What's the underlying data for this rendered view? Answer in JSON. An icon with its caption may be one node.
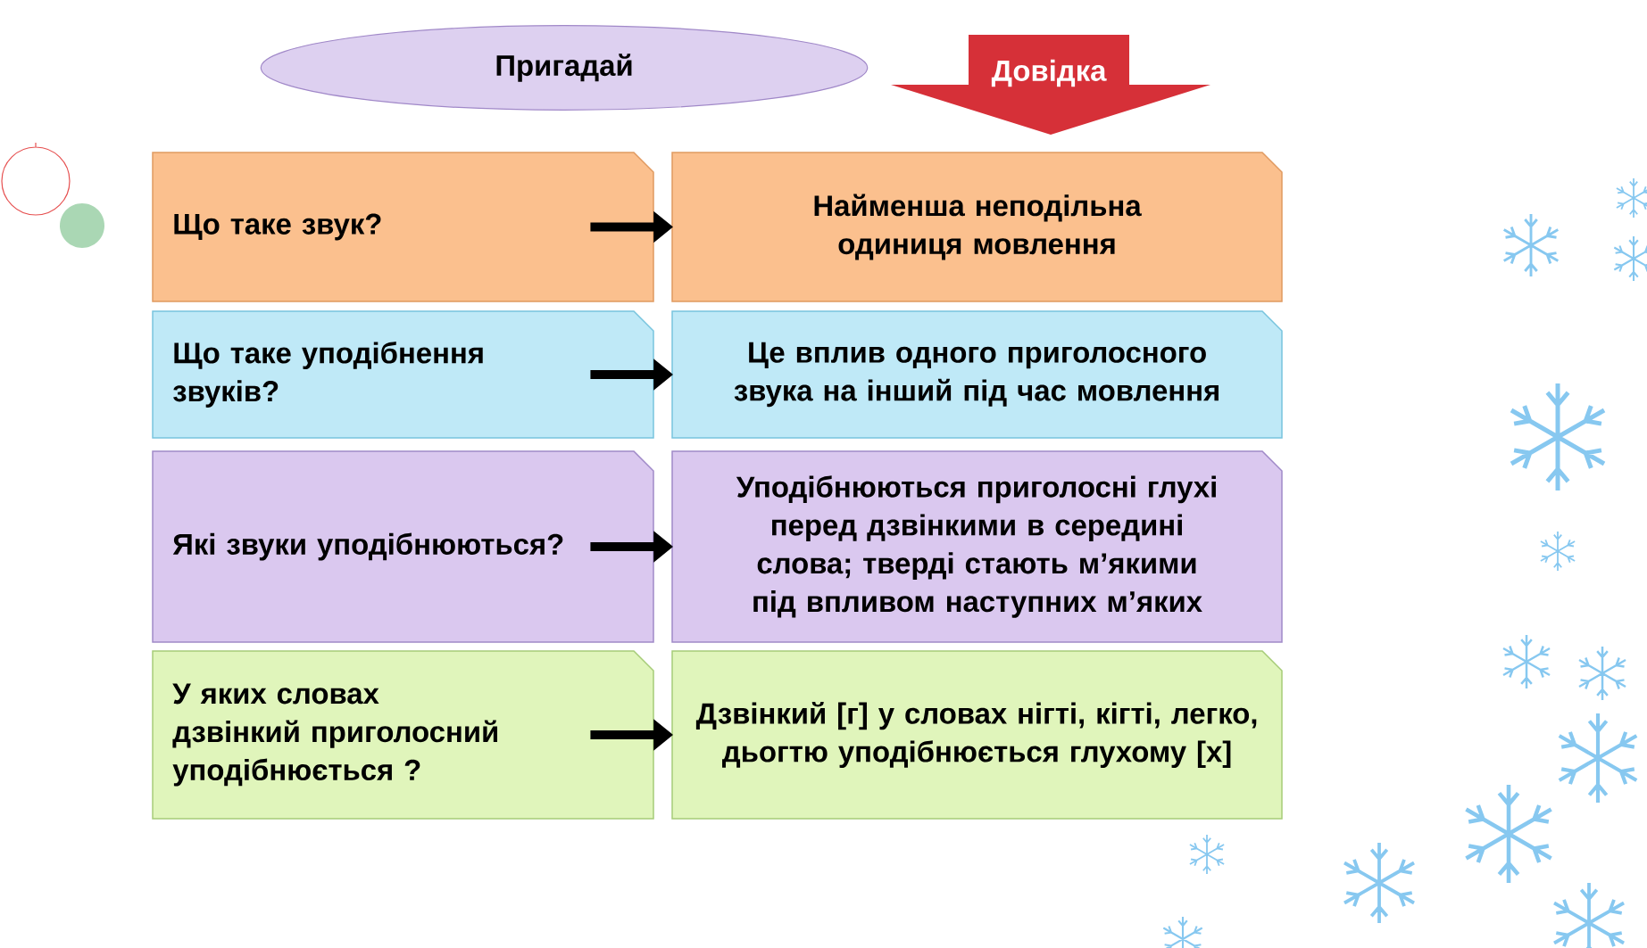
{
  "diagram": {
    "nodes": [
      {
        "text": [
          "Пригадай"
        ]
      },
      {
        "text": [
          "Довідка"
        ]
      },
      {
        "text": [
          "Що таке звук?"
        ]
      },
      {
        "text": [
          "Найменша неподільна одиниця мовлення"
        ]
      },
      {
        "text": [
          "Що таке уподібнення звуків?"
        ]
      },
      {
        "text": [
          "Це вплив одного приголосного звука на інший під час мовлення"
        ]
      },
      {
        "text": [
          "Які звуки уподібнюються?"
        ]
      },
      {
        "text": [
          "Уподібнюються приголосні глухі перед дзвінкими в середині слова; тверді стають м’якими під впливом наступних м’яких"
        ]
      },
      {
        "text": [
          "У яких словах дзвінкий приголосний уподібнюється ?"
        ]
      },
      {
        "text": [
          "Дзвінкий [г] у словах нігті, кігті, легко, дьогтю уподібнюється глухому [х]"
        ]
      }
    ],
    "edges": [
      {
        "from": 2,
        "to": 3,
        "arrow": "to"
      },
      {
        "from": 4,
        "to": 5,
        "arrow": "to"
      },
      {
        "from": 6,
        "to": 7,
        "arrow": "to"
      },
      {
        "from": 8,
        "to": 9,
        "arrow": "to"
      }
    ]
  }
}
